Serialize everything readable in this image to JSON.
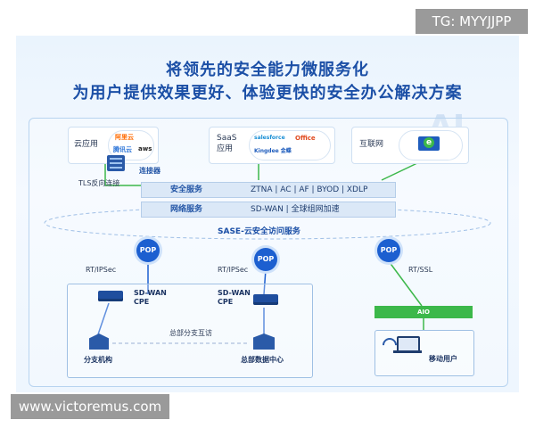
{
  "watermarks": {
    "telegram": "TG: MYYJJPP",
    "website": "www.victoremus.com"
  },
  "title": {
    "line1": "将领先的安全能力微服务化",
    "line2": "为用户提供效果更好、体验更快的安全办公解决方案"
  },
  "background_mark": "AI",
  "clouds": [
    {
      "label": "云应用",
      "logos": [
        "阿里云",
        "腾讯云",
        "aws"
      ]
    },
    {
      "label": "SaaS\n应用",
      "logos": [
        "salesforce",
        "Office",
        "Kingdee 金蝶"
      ]
    },
    {
      "label": "互联网",
      "logos": [
        "e"
      ]
    }
  ],
  "connector": {
    "label": "连接器",
    "tls": "TLS反向连接"
  },
  "services": {
    "security": {
      "title": "安全服务",
      "value": "ZTNA | AC | AF | BYOD | XDLP"
    },
    "network": {
      "title": "网络服务",
      "value": "SD-WAN | 全球组网加速"
    }
  },
  "sase_label": "SASE-云安全访问服务",
  "pop_label": "POP",
  "links": {
    "left": "RT/IPSec",
    "middle": "RT/IPSec",
    "right": "RT/SSL"
  },
  "cpe": {
    "left": "SD-WAN\nCPE",
    "right": "SD-WAN\nCPE"
  },
  "interconnect_label": "总部分支互访",
  "sites": {
    "branch": "分支机构",
    "hq": "总部数据中心",
    "mobile": "移动用户"
  },
  "aio_label": "AIO",
  "colors": {
    "title": "#1b4fa6",
    "pop": "#1c5fd0",
    "link": "#3cb84a",
    "panel_border": "#b8d4f0"
  }
}
